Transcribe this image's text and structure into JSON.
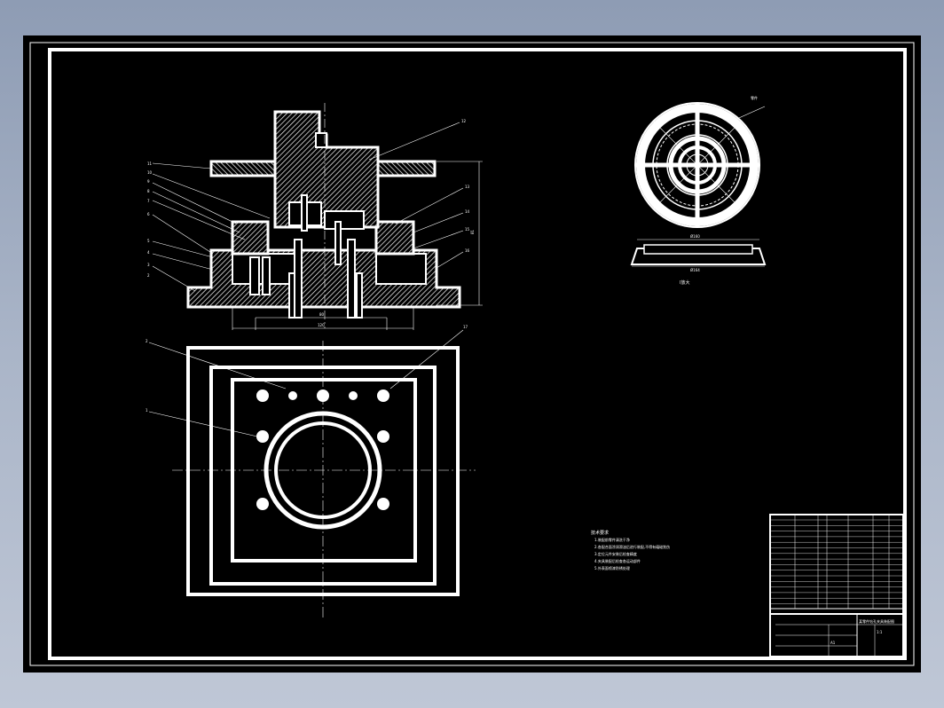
{
  "colors": {
    "background": "#8e9cb4",
    "sheet": "#000000",
    "line": "#ffffff"
  },
  "section_view": {
    "balloons_left": [
      "11",
      "10",
      "9",
      "8",
      "7",
      "6",
      "5",
      "4",
      "3",
      "2"
    ],
    "balloons_right": [
      "12",
      "13",
      "14",
      "15",
      "16"
    ],
    "dim_bottom_upper": "80",
    "dim_bottom_lower": "120",
    "dim_right": "81"
  },
  "plan_view": {
    "balloon_top_left": "2",
    "balloon_mid_left": "1",
    "balloon_top_right": "17"
  },
  "detail_view": {
    "leader_text": "零件",
    "label_below": "Ⅰ放大",
    "dim_upper": "Ø160",
    "dim_lower": "Ø164"
  },
  "notes": {
    "title": "技术要求",
    "lines": [
      "1.装配前零件清洗干净",
      "2.各配合面涂润滑油后进行装配,不得有磕碰划伤",
      "3.定位元件安装后检查精度",
      "4.夹具装配后检查各运动部件",
      "5.外表面喷漆防锈处理"
    ]
  },
  "title_block": {
    "drawing_title": "某零件钻孔夹具装配图",
    "scale": "1:1",
    "sheet": "A1"
  }
}
